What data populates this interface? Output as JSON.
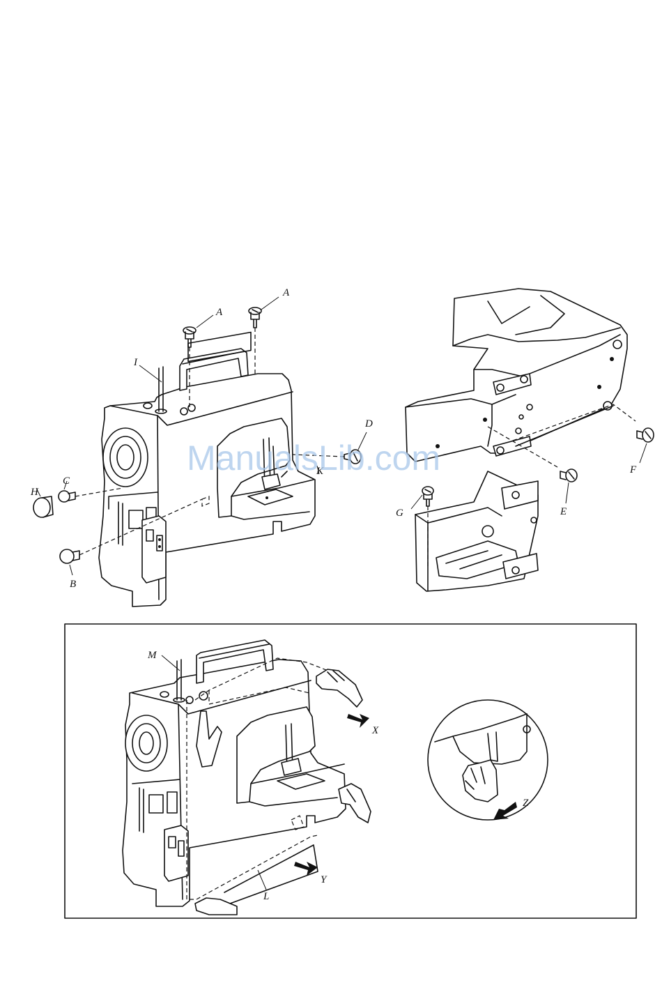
{
  "watermark": "ManualsLib.com",
  "labels": {
    "A1": "A",
    "A2": "A",
    "I": "I",
    "D": "D",
    "K": "K",
    "H": "H",
    "C": "C",
    "B": "B",
    "F": "F",
    "E": "E",
    "G": "G",
    "M": "M",
    "X": "X",
    "Y": "Y",
    "Z": "Z",
    "L": "L"
  }
}
